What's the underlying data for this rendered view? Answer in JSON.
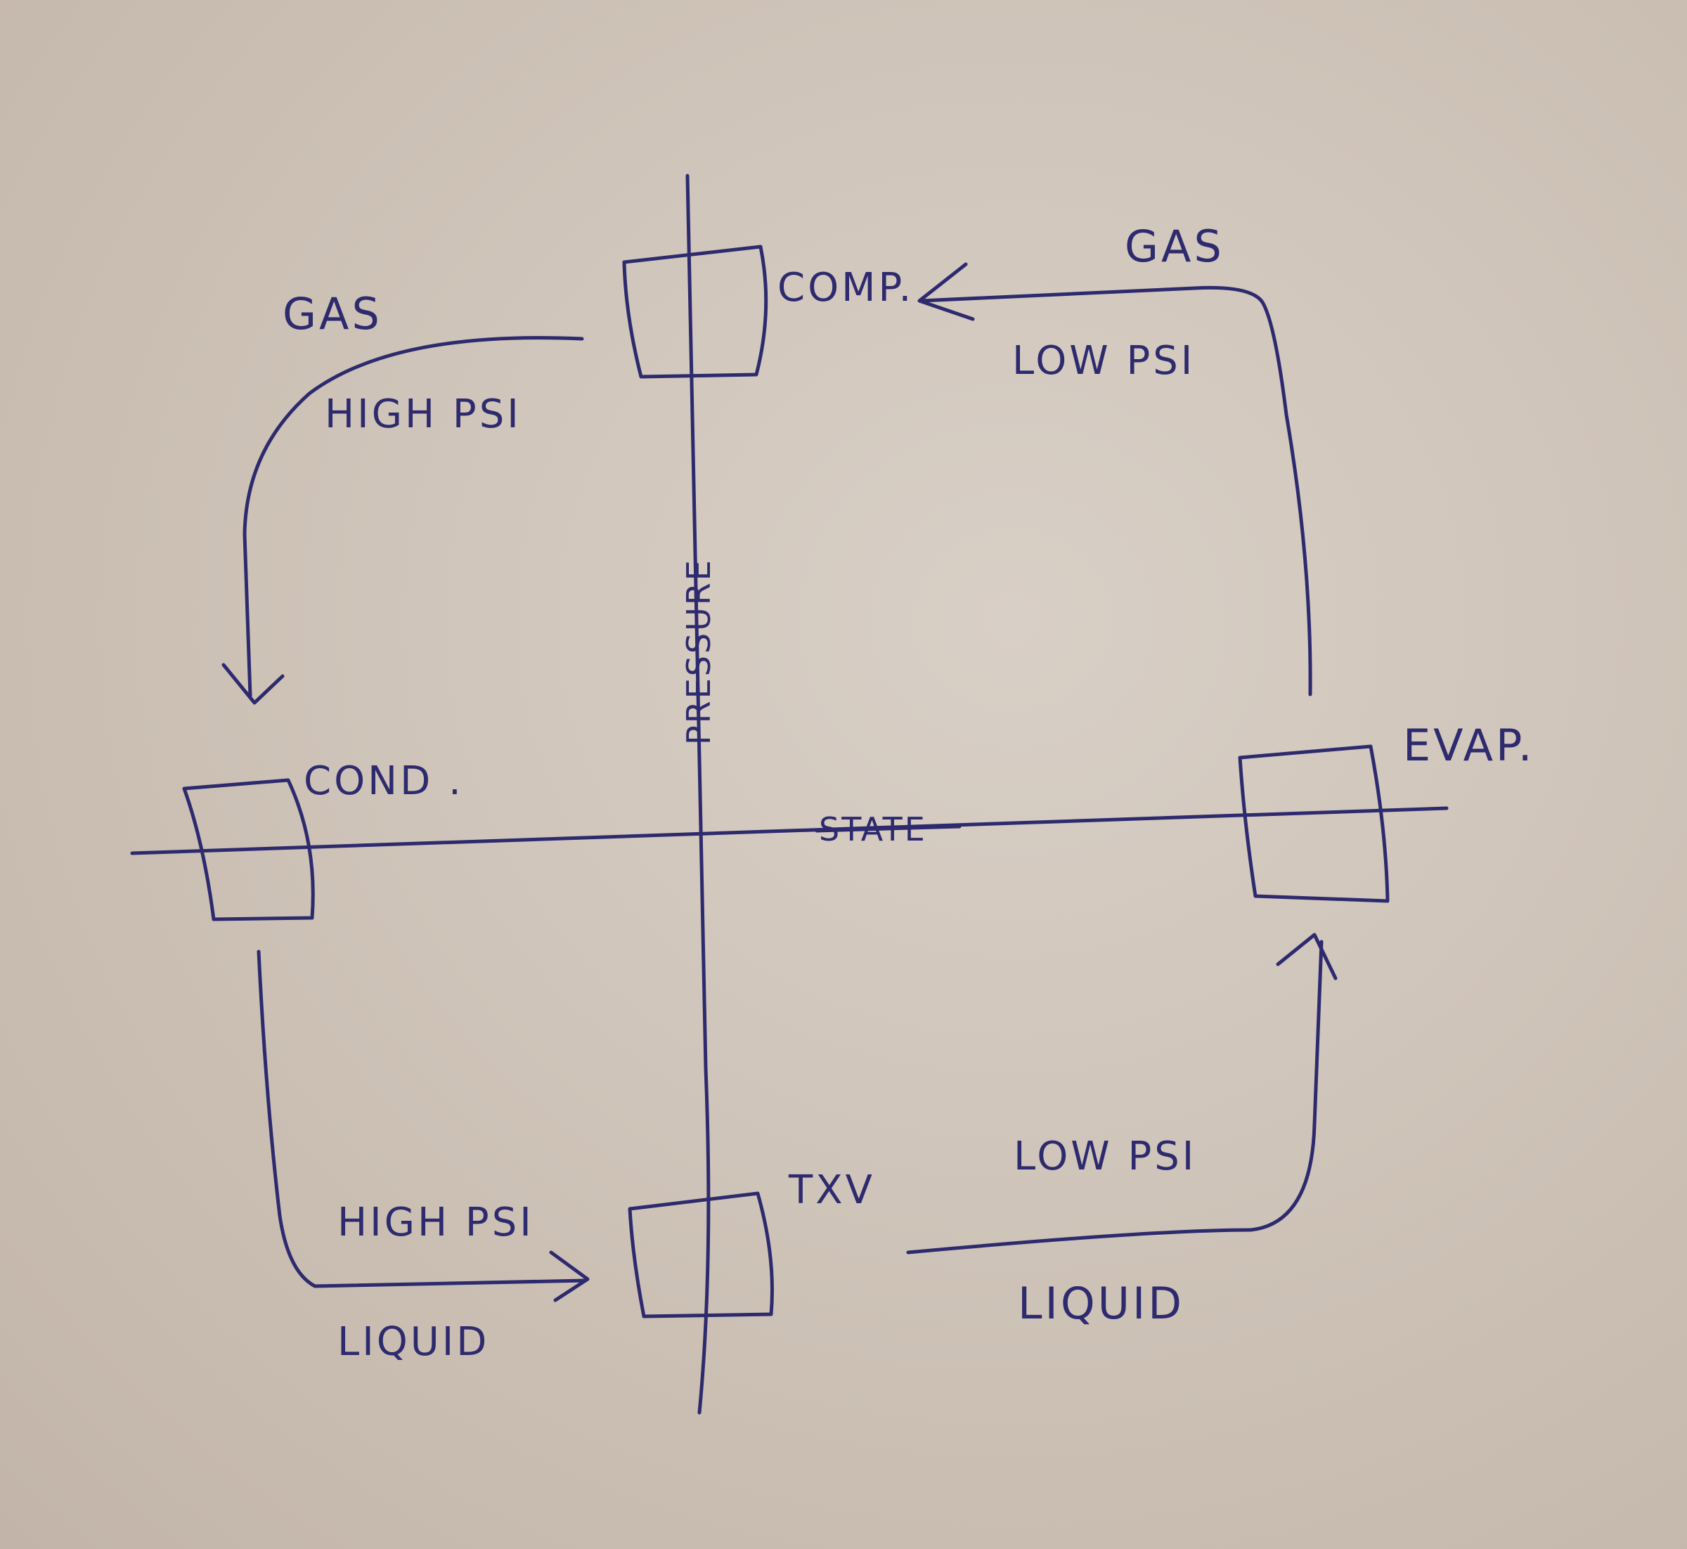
{
  "components": {
    "compressor": "COMP.",
    "condenser": "COND .",
    "expansion_valve": "TXV",
    "evaporator": "EVAP."
  },
  "axes": {
    "vertical": "PRESSURE",
    "horizontal": "STATE"
  },
  "flows": {
    "comp_to_cond": {
      "state": "GAS",
      "pressure": "HIGH PSI"
    },
    "cond_to_txv": {
      "pressure": "HIGH PSI",
      "state": "LIQUID"
    },
    "txv_to_evap": {
      "pressure": "LOW PSI",
      "state": "LIQUID"
    },
    "evap_to_comp": {
      "state": "GAS",
      "pressure": "LOW PSI"
    }
  },
  "ink_color": "#2d2a6e",
  "paper_color": "#d4cbc2"
}
